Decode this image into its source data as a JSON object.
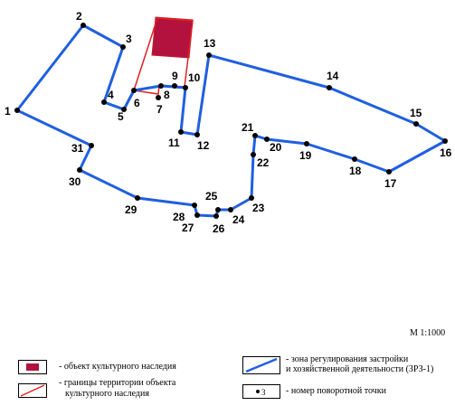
{
  "scale_label": "М 1:1000",
  "colors": {
    "zone_line": "#1f5fe0",
    "territory_line": "#e02020",
    "heritage_fill": "#b3123e",
    "point": "#000000"
  },
  "points": [
    {
      "id": "1"
    },
    {
      "id": "2"
    },
    {
      "id": "3"
    },
    {
      "id": "4"
    },
    {
      "id": "5"
    },
    {
      "id": "6"
    },
    {
      "id": "7"
    },
    {
      "id": "8"
    },
    {
      "id": "9"
    },
    {
      "id": "10"
    },
    {
      "id": "11"
    },
    {
      "id": "12"
    },
    {
      "id": "13"
    },
    {
      "id": "14"
    },
    {
      "id": "15"
    },
    {
      "id": "16"
    },
    {
      "id": "17"
    },
    {
      "id": "18"
    },
    {
      "id": "19"
    },
    {
      "id": "20"
    },
    {
      "id": "21"
    },
    {
      "id": "22"
    },
    {
      "id": "23"
    },
    {
      "id": "24"
    },
    {
      "id": "25"
    },
    {
      "id": "26"
    },
    {
      "id": "27"
    },
    {
      "id": "28"
    },
    {
      "id": "29"
    },
    {
      "id": "30"
    },
    {
      "id": "31"
    }
  ],
  "legend": {
    "heritage_object": "- объект культурного наследия",
    "territory_border_line1": "- границы территории объекта",
    "territory_border_line2": "культурного наследия",
    "zone_line1": "- зона регулирования застройки",
    "zone_line2": "и хозяйственной деятельности (ЗРЗ-1)",
    "turn_point_sample": "3",
    "turn_point_label": "- номер поворотной точки"
  }
}
